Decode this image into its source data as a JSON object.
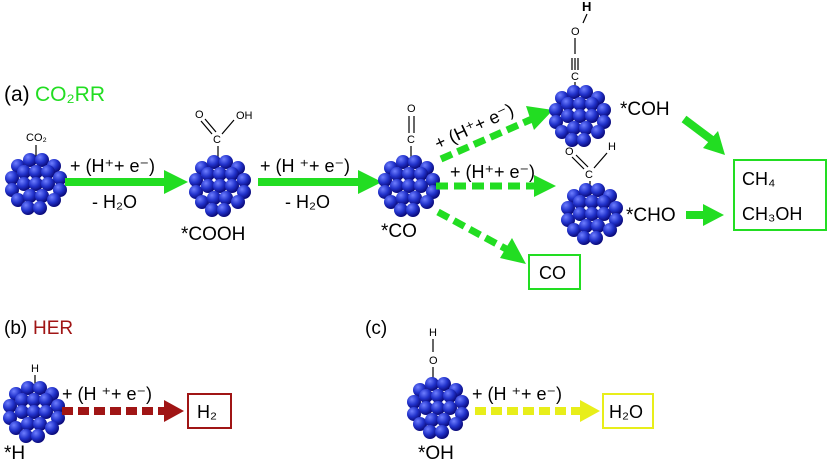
{
  "colors": {
    "co2rr": "#22dd22",
    "her": "#a01515",
    "orr_yellow": "#e8ee1a",
    "cluster": "#2233cc",
    "cluster_dark": "#0a0a7a"
  },
  "co2rr": {
    "label_prefix": "(a)",
    "label_name": "CO₂RR",
    "step1_reagent": "+ (H⁺+ e⁻)",
    "step1_water": "- H₂O",
    "step2_reagent": "+ (H ⁺+ e⁻)",
    "step2_water": "- H₂O",
    "co2_molecule": "CO₂",
    "cooh_oh": "OH",
    "cooh_c": "C",
    "cooh_o": "O",
    "cooh_label": "*COOH",
    "co_o": "O",
    "co_c": "C",
    "co_label": "*CO",
    "coh_reagent": "+ (H⁺+ e⁻)",
    "coh_h": "H",
    "coh_o": "O",
    "coh_c": "C",
    "coh_label": "*COH",
    "cho_reagent": "+ (H⁺+ e⁻)",
    "cho_o": "O",
    "cho_h": "H",
    "cho_c": "C",
    "cho_label": "*CHO",
    "product_ch4": "CH₄",
    "product_ch3oh": "CH₃OH",
    "product_co": "CO"
  },
  "her": {
    "label_prefix": "(b)",
    "label_name": "HER",
    "h_atom": "H",
    "reagent": "+ (H ⁺+ e⁻)",
    "product": "H₂",
    "label": "*H"
  },
  "oh_path": {
    "label_prefix": "(c)",
    "h_atom": "H",
    "o_atom": "O",
    "reagent": "+ (H ⁺+ e⁻)",
    "product": "H₂O",
    "label": "*OH"
  }
}
